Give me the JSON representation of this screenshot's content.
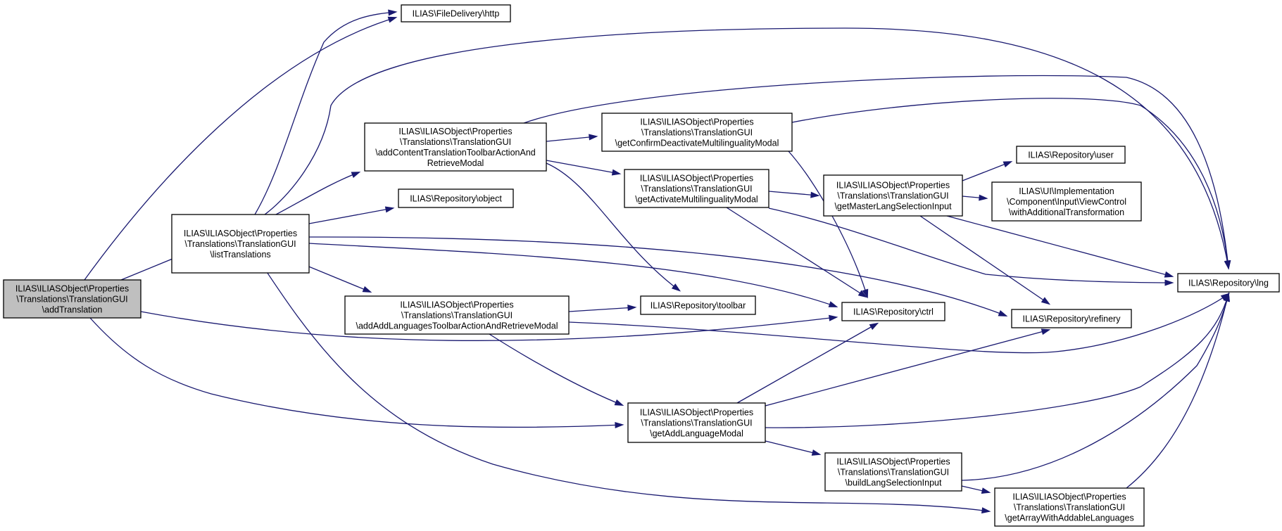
{
  "diagram": {
    "type": "call-graph",
    "colors": {
      "edge": "#191970",
      "root_fill": "#bfbfbf",
      "node_fill": "#ffffff",
      "border": "#000000"
    },
    "nodes": [
      {
        "id": "addTranslation",
        "lines": [
          "ILIAS\\ILIASObject\\Properties",
          "\\Translations\\TranslationGUI",
          "\\addTranslation"
        ],
        "root": true
      },
      {
        "id": "http",
        "lines": [
          "ILIAS\\FileDelivery\\http"
        ]
      },
      {
        "id": "listTranslations",
        "lines": [
          "ILIAS\\ILIASObject\\Properties",
          "\\Translations\\TranslationGUI",
          "\\listTranslations"
        ]
      },
      {
        "id": "addContentTB",
        "lines": [
          "ILIAS\\ILIASObject\\Properties",
          "\\Translations\\TranslationGUI",
          "\\addContentTranslationToolbarActionAnd",
          "RetrieveModal"
        ]
      },
      {
        "id": "object",
        "lines": [
          "ILIAS\\Repository\\object"
        ]
      },
      {
        "id": "addAddLangTB",
        "lines": [
          "ILIAS\\ILIASObject\\Properties",
          "\\Translations\\TranslationGUI",
          "\\addAddLanguagesToolbarActionAndRetrieveModal"
        ]
      },
      {
        "id": "getConfirm",
        "lines": [
          "ILIAS\\ILIASObject\\Properties",
          "\\Translations\\TranslationGUI",
          "\\getConfirmDeactivateMultilingualityModal"
        ]
      },
      {
        "id": "getActivate",
        "lines": [
          "ILIAS\\ILIASObject\\Properties",
          "\\Translations\\TranslationGUI",
          "\\getActivateMultilingualityModal"
        ]
      },
      {
        "id": "toolbar",
        "lines": [
          "ILIAS\\Repository\\toolbar"
        ]
      },
      {
        "id": "getAddLangModal",
        "lines": [
          "ILIAS\\ILIASObject\\Properties",
          "\\Translations\\TranslationGUI",
          "\\getAddLanguageModal"
        ]
      },
      {
        "id": "ctrl",
        "lines": [
          "ILIAS\\Repository\\ctrl"
        ]
      },
      {
        "id": "getMasterLang",
        "lines": [
          "ILIAS\\ILIASObject\\Properties",
          "\\Translations\\TranslationGUI",
          "\\getMasterLangSelectionInput"
        ]
      },
      {
        "id": "buildLangSel",
        "lines": [
          "ILIAS\\ILIASObject\\Properties",
          "\\Translations\\TranslationGUI",
          "\\buildLangSelectionInput"
        ]
      },
      {
        "id": "user",
        "lines": [
          "ILIAS\\Repository\\user"
        ]
      },
      {
        "id": "viewControl",
        "lines": [
          "ILIAS\\UI\\Implementation",
          "\\Component\\Input\\ViewControl",
          "\\withAdditionalTransformation"
        ]
      },
      {
        "id": "refinery",
        "lines": [
          "ILIAS\\Repository\\refinery"
        ]
      },
      {
        "id": "getArray",
        "lines": [
          "ILIAS\\ILIASObject\\Properties",
          "\\Translations\\TranslationGUI",
          "\\getArrayWithAddableLanguages"
        ]
      },
      {
        "id": "lng",
        "lines": [
          "ILIAS\\Repository\\lng"
        ]
      }
    ],
    "edges": [
      [
        "addTranslation",
        "http"
      ],
      [
        "addTranslation",
        "listTranslations"
      ],
      [
        "addTranslation",
        "ctrl"
      ],
      [
        "addTranslation",
        "getAddLangModal"
      ],
      [
        "listTranslations",
        "http"
      ],
      [
        "listTranslations",
        "lng"
      ],
      [
        "listTranslations",
        "addContentTB"
      ],
      [
        "listTranslations",
        "object"
      ],
      [
        "listTranslations",
        "ctrl"
      ],
      [
        "listTranslations",
        "refinery"
      ],
      [
        "listTranslations",
        "addAddLangTB"
      ],
      [
        "listTranslations",
        "getArray"
      ],
      [
        "addContentTB",
        "lng"
      ],
      [
        "addContentTB",
        "getConfirm"
      ],
      [
        "addContentTB",
        "getActivate"
      ],
      [
        "addContentTB",
        "toolbar"
      ],
      [
        "getConfirm",
        "lng"
      ],
      [
        "getConfirm",
        "ctrl"
      ],
      [
        "getActivate",
        "getMasterLang"
      ],
      [
        "getActivate",
        "ctrl"
      ],
      [
        "getActivate",
        "lng"
      ],
      [
        "getMasterLang",
        "user"
      ],
      [
        "getMasterLang",
        "viewControl"
      ],
      [
        "getMasterLang",
        "lng"
      ],
      [
        "getMasterLang",
        "refinery"
      ],
      [
        "addAddLangTB",
        "toolbar"
      ],
      [
        "addAddLangTB",
        "lng"
      ],
      [
        "addAddLangTB",
        "getAddLangModal"
      ],
      [
        "getAddLangModal",
        "ctrl"
      ],
      [
        "getAddLangModal",
        "refinery"
      ],
      [
        "getAddLangModal",
        "lng"
      ],
      [
        "getAddLangModal",
        "buildLangSel"
      ],
      [
        "buildLangSel",
        "lng"
      ],
      [
        "buildLangSel",
        "getArray"
      ],
      [
        "getArray",
        "lng"
      ]
    ]
  }
}
